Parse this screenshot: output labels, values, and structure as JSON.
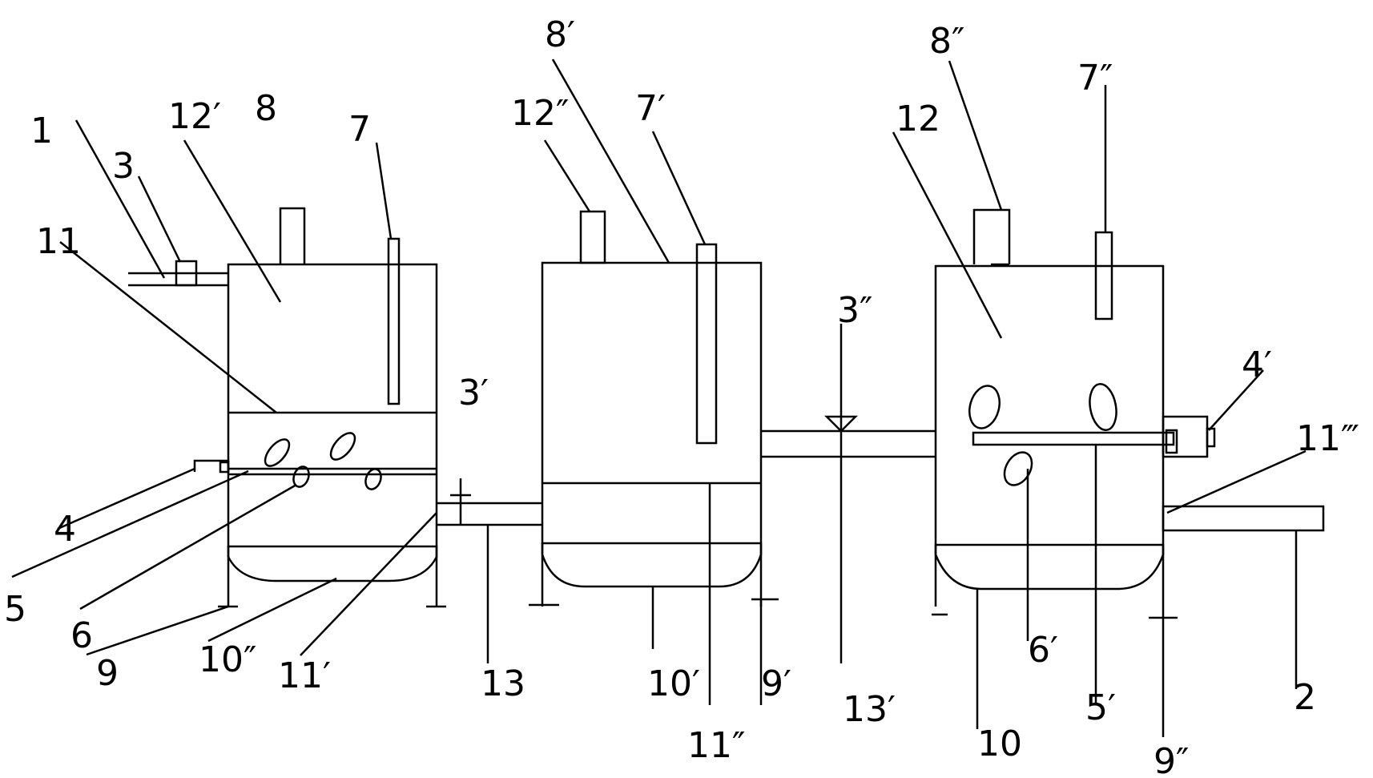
{
  "labels": {
    "l1": "1",
    "l2": "2",
    "l3": "3",
    "l3p": "3′",
    "l3pp": "3″",
    "l4": "4",
    "l4p": "4′",
    "l5": "5",
    "l5p": "5′",
    "l6": "6",
    "l6p": "6′",
    "l7": "7",
    "l7p": "7′",
    "l7pp": "7″",
    "l8": "8",
    "l8p": "8′",
    "l8pp": "8″",
    "l9": "9",
    "l9p": "9′",
    "l9pp": "9″",
    "l10": "10",
    "l10p": "10′",
    "l10pp": "10″",
    "l11": "11",
    "l11p": "11′",
    "l11pp": "11″",
    "l11ppp": "11‴",
    "l12": "12",
    "l12p": "12′",
    "l12pp": "12″",
    "l13": "13",
    "l13p": "13′"
  }
}
